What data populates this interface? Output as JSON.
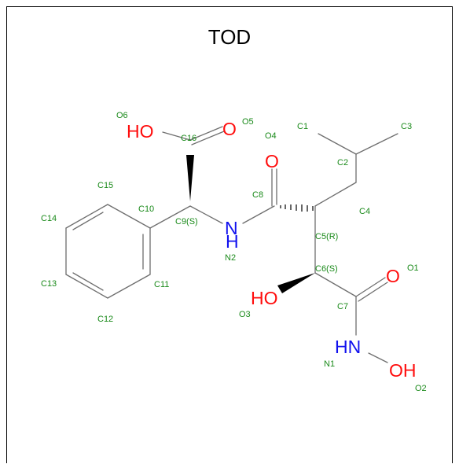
{
  "title": "TOD",
  "colors": {
    "bond": "#6e6e6e",
    "label": "#1a8a1a",
    "oxygen": "#ff0d0d",
    "nitrogen": "#1010ee",
    "text": "#000000"
  },
  "atom_labels": {
    "C1": "C1",
    "C2": "C2",
    "C3": "C3",
    "C4": "C4",
    "C5": "C5(R)",
    "C6": "C6(S)",
    "C7": "C7",
    "C8": "C8",
    "C9": "C9(S)",
    "C10": "C10",
    "C11": "C11",
    "C12": "C12",
    "C13": "C13",
    "C14": "C14",
    "C15": "C15",
    "C16": "C16",
    "N1": "N1",
    "N2": "N2",
    "O1": "O1",
    "O2": "O2",
    "O3": "O3",
    "O4": "O4",
    "O5": "O5",
    "O6": "O6"
  },
  "atom_symbols": {
    "HO_top": "HO",
    "O_carboxyl": "O",
    "O_amide": "O",
    "N_amide": "N",
    "H_amide": "H",
    "O_hydroxamate": "O",
    "HO_mid": "HO",
    "HN": "HN",
    "OH": "OH"
  }
}
